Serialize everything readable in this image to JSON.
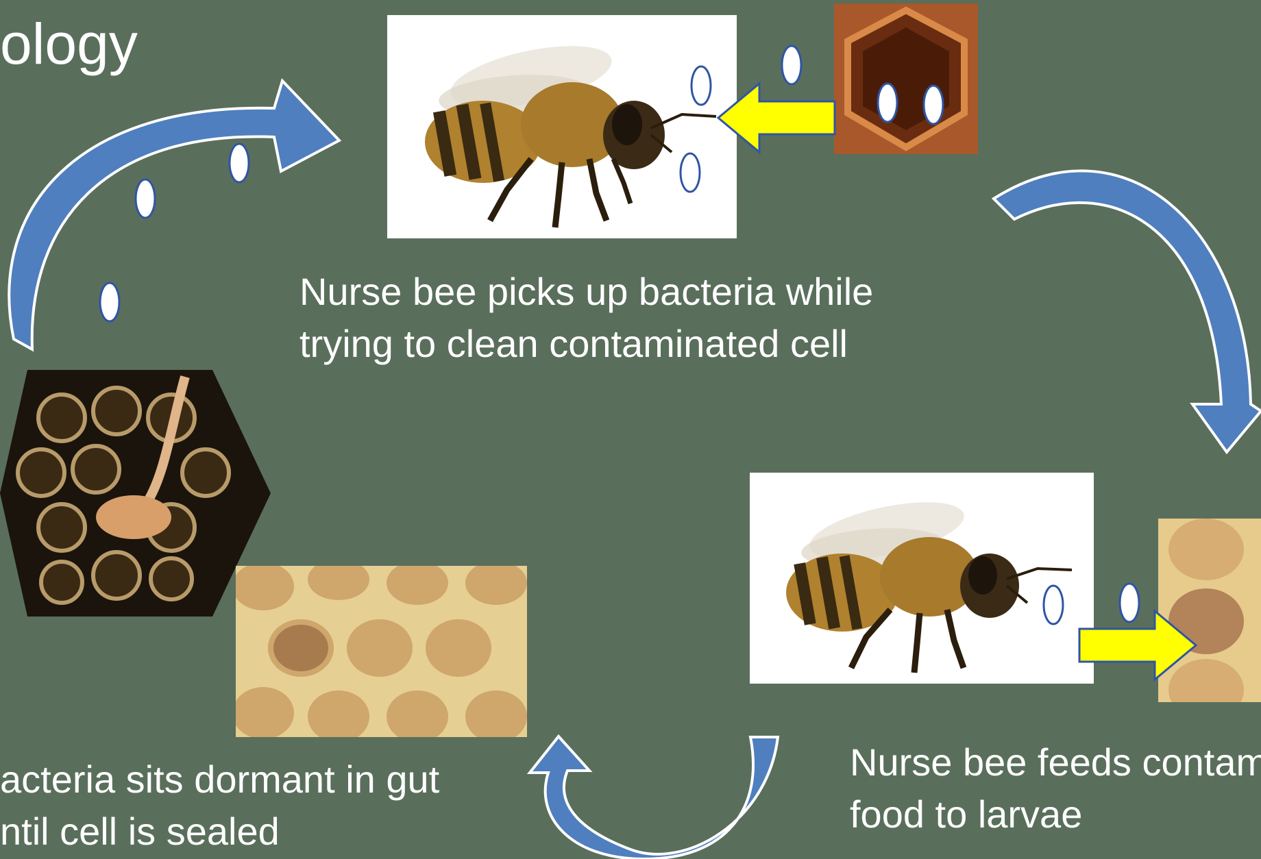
{
  "slide": {
    "title": "ology",
    "captions": {
      "clean": [
        "Nurse bee picks up bacteria while",
        "trying to clean contaminated cell"
      ],
      "feed": [
        "Nurse bee feeds contam",
        "food to larvae"
      ],
      "dormant": [
        "acteria sits dormant in gut",
        "ntil cell is sealed"
      ]
    }
  },
  "colors": {
    "background": "#5a6e5c",
    "cycle_arrow": "#4f7fbf",
    "transfer_arrow": "#ffff00",
    "spore_outline": "#2f55a4"
  },
  "icons": [
    "bee-photo",
    "honeycomb-photo",
    "spore-icon",
    "curved-arrow-icon",
    "right-arrow-icon",
    "left-arrow-icon"
  ]
}
